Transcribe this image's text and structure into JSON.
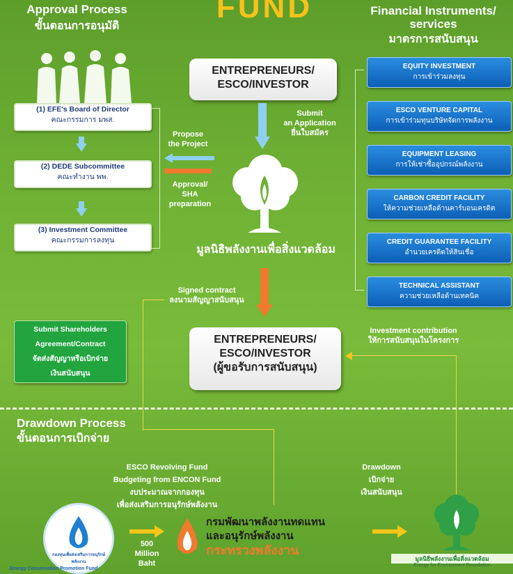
{
  "header": {
    "approval_title": "Approval Process",
    "approval_thai": "ขั้นตอนการอนุมัติ",
    "fund_title": "FUND",
    "fi_title_1": "Financial Instruments/",
    "fi_title_2": "services",
    "fi_thai": "มาตรการสนับสนุน"
  },
  "entrepreneur_top": {
    "line1": "ENTREPRENEURS/",
    "line2": "ESCO/INVESTOR"
  },
  "entrepreneur_bottom": {
    "line1": "ENTREPRENEURS/",
    "line2": "ESCO/INVESTOR",
    "line3": "(ผู้ขอรับการสนับสนุน)"
  },
  "approval_steps": [
    {
      "en": "(1) EFE's Board of Director",
      "th": "คณะกรรมการ มพส."
    },
    {
      "en": "(2) DEDE Subcommittee",
      "th": "คณะทำงาน พพ."
    },
    {
      "en": "(3) Investment Committee",
      "th": "คณะกรรมการลงทุน"
    }
  ],
  "labels": {
    "submit_1": "Submit",
    "submit_2": "an Application",
    "submit_3": "ยื่นใบสมัคร",
    "propose_1": "Propose",
    "propose_2": "the Project",
    "approval_1": "Approval/",
    "approval_2": "SHA",
    "approval_3": "preparation",
    "foundation_name": "มูลนิธิพลังงานเพื่อสิ่งแวดล้อม",
    "signed_1": "Signed contract",
    "signed_2": "ลงนามสัญญาสนับสนุน",
    "invest_1": "Investment contribution",
    "invest_2": "ให้การสนับสนุนในโครงการ"
  },
  "shareholders_box": [
    "Submit Shareholders",
    "Agreement/Contract",
    "จัดส่งสัญญาหรือเบิกจ่าย",
    "เงินสนับสนุน"
  ],
  "instruments": [
    {
      "en": "EQUITY INVESTMENT",
      "th": "การเข้าร่วมลงทุน"
    },
    {
      "en": "ESCO VENTURE CAPITAL",
      "th": "การเข้าร่วมทุนบริษัทจัดการพลังงาน"
    },
    {
      "en": "EQUIPMENT LEASING",
      "th": "การให้เช่าซื้ออุปกรณ์พลังงาน"
    },
    {
      "en": "CARBON CREDIT FACILITY",
      "th": "ให้ความช่วยเหลือด้านคาร์บอนเครดิต"
    },
    {
      "en": "CREDIT GUARANTEE FACILITY",
      "th": "อำนวยเครดิตให้สินเชื่อ"
    },
    {
      "en": "TECHNICAL ASSISTANT",
      "th": "ความช่วยเหลือด้านเทคนิค"
    }
  ],
  "drawdown": {
    "title": "Drawdown Process",
    "thai": "ขั้นตอนการเบิกจ่าย",
    "esco_1": "ESCO Revolving Fund",
    "esco_2": "Budgeting from ENCON Fund",
    "esco_3": "งบประมาณจากกองทุน",
    "esco_4": "เพื่อส่งเสริมการอนุรักษ์พลังงาน",
    "dd_1": "Drawdown",
    "dd_2": "เบิกจ่าย",
    "dd_3": "เงินสนับสนุน",
    "amount_1": "500",
    "amount_2": "Million",
    "amount_3": "Baht",
    "dede_1": "กรมพัฒนาพลังงานทดแทน",
    "dede_2": "และอนุรักษ์พลังงาน",
    "dede_3": "กระทรวงพลังงาน",
    "encon_logo_text": "Energy Conservation Promotion Fund",
    "encon_logo_thai": "กองทุนเพื่อส่งเสริมการอนุรักษ์พลังงาน",
    "efe_logo_thai": "มูลนิธิพลังงานเพื่อสิ่งแวดล้อม",
    "efe_logo_en": "Energy for Environment Foundation"
  },
  "colors": {
    "arrow_blue": "#8fd0f0",
    "arrow_orange": "#f07a2e",
    "arrow_yellow": "#f5c518",
    "fund_yellow": "#f7c21b"
  }
}
